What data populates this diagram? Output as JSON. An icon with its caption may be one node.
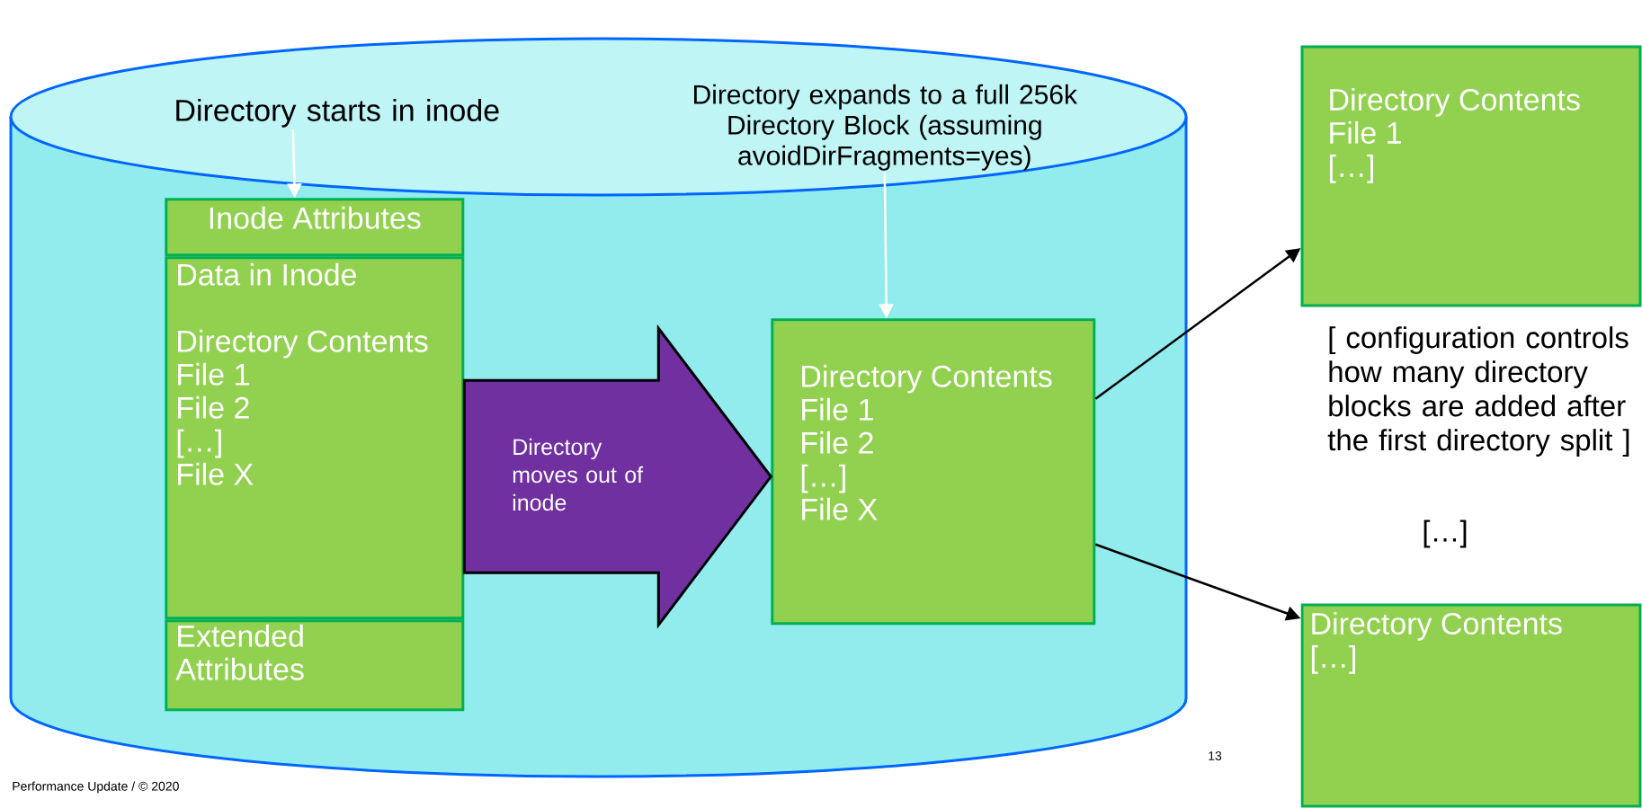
{
  "diagram": {
    "nodes": [
      {
        "text": [],
        "shape": "cylinder"
      },
      {
        "text": [
          "Directory starts in inode"
        ],
        "in": 0
      },
      {
        "text": [
          "Inode Attributes"
        ],
        "in": 0
      },
      {
        "text": [
          "Data in Inode",
          "Directory Contents",
          "File 1",
          "File 2",
          "[…]",
          "File X"
        ],
        "in": 0
      },
      {
        "text": [
          "Extended Attributes"
        ],
        "in": 0
      },
      {
        "text": [
          "Directory expands to a full 256k Directory Block (assuming avoidDirFragments=yes)"
        ],
        "in": 0
      },
      {
        "text": [
          "Directory Contents",
          "File 1",
          "File 2",
          "[…]",
          "File X"
        ],
        "in": 0
      },
      {
        "text": [
          "Directory Contents",
          "File 1",
          "[…]"
        ]
      },
      {
        "text": [
          "Directory Contents",
          "[…]"
        ]
      }
    ],
    "edges": [
      {
        "from": 1,
        "to": 2,
        "arrow": "to",
        "color": "#ffffff"
      },
      {
        "from": 5,
        "to": 6,
        "arrow": "to",
        "color": "#ffffff"
      },
      {
        "from": 3,
        "to": 6,
        "arrow": "to",
        "label": "Directory moves out of inode",
        "style": "thick",
        "color": "#7030a0"
      },
      {
        "from": 6,
        "to": 7,
        "arrow": "to",
        "color": "#000000"
      },
      {
        "from": 6,
        "to": 8,
        "arrow": "to",
        "color": "#000000"
      }
    ],
    "labels": [
      "[ configuration controls how many directory blocks are added after the first directory split ]",
      "[…]",
      "13",
      "Performance Update / © 2020"
    ]
  }
}
